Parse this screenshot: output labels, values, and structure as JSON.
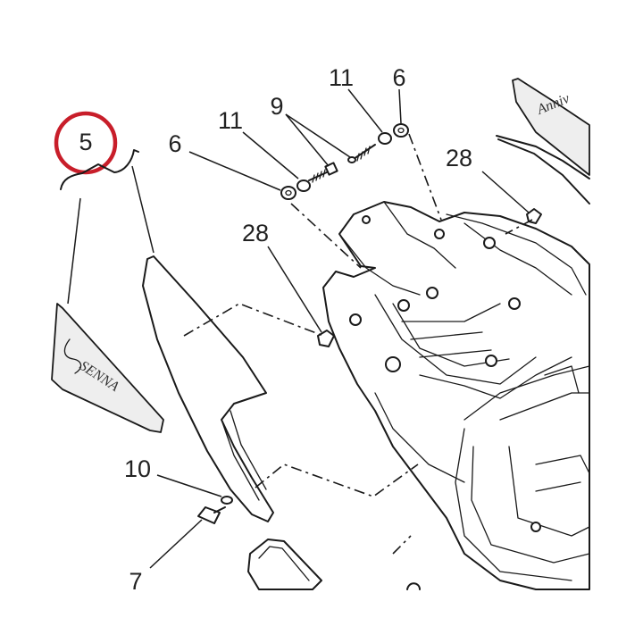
{
  "diagram": {
    "callouts": {
      "c5": "5",
      "c6_left": "6",
      "c11_left": "11",
      "c9": "9",
      "c11_right": "11",
      "c6_right": "6",
      "c28_left": "28",
      "c28_right": "28",
      "c10": "10",
      "c7": "7"
    },
    "logo_text": "SENNA",
    "highlight_color": "#c81e2a",
    "line_color": "#1a1a1a"
  }
}
